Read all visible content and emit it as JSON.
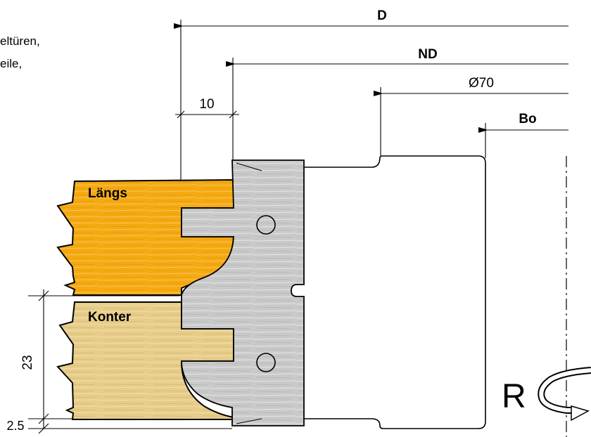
{
  "intro_text": {
    "line1": "eltüren,",
    "line2": "eile,"
  },
  "dimensions": {
    "d": "D",
    "nd": "ND",
    "diameter": "Ø70",
    "bore": "Bo",
    "width_10": "10",
    "height_23": "23",
    "height_25": "2.5"
  },
  "workpieces": {
    "top_label": "Längs",
    "bottom_label": "Konter"
  },
  "rotation": {
    "label": "R"
  },
  "colors": {
    "orange_wood": "#F5AA12",
    "tan_wood": "#E7CD8A",
    "cutter_gray": "#C9C9C9",
    "outline": "#000000"
  }
}
